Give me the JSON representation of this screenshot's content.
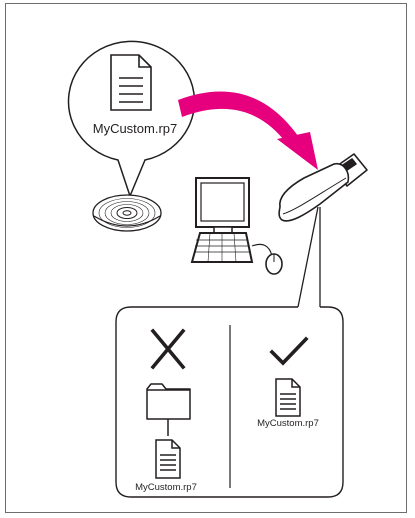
{
  "labels": {
    "big_file_name": "MyCustom.rp7",
    "correct_file_name": "MyCustom.rp7",
    "incorrect_file_name": "MyCustom.rp7"
  },
  "icons": {
    "document": "document-icon",
    "cd": "cd-disc-icon",
    "computer": "desktop-computer-icon",
    "usb": "usb-flash-drive-icon",
    "arrow": "curved-arrow-icon",
    "wrong": "x-mark-icon",
    "right": "check-mark-icon",
    "folder": "folder-icon"
  },
  "colors": {
    "arrow": "#e6007e",
    "line": "#231f20"
  }
}
